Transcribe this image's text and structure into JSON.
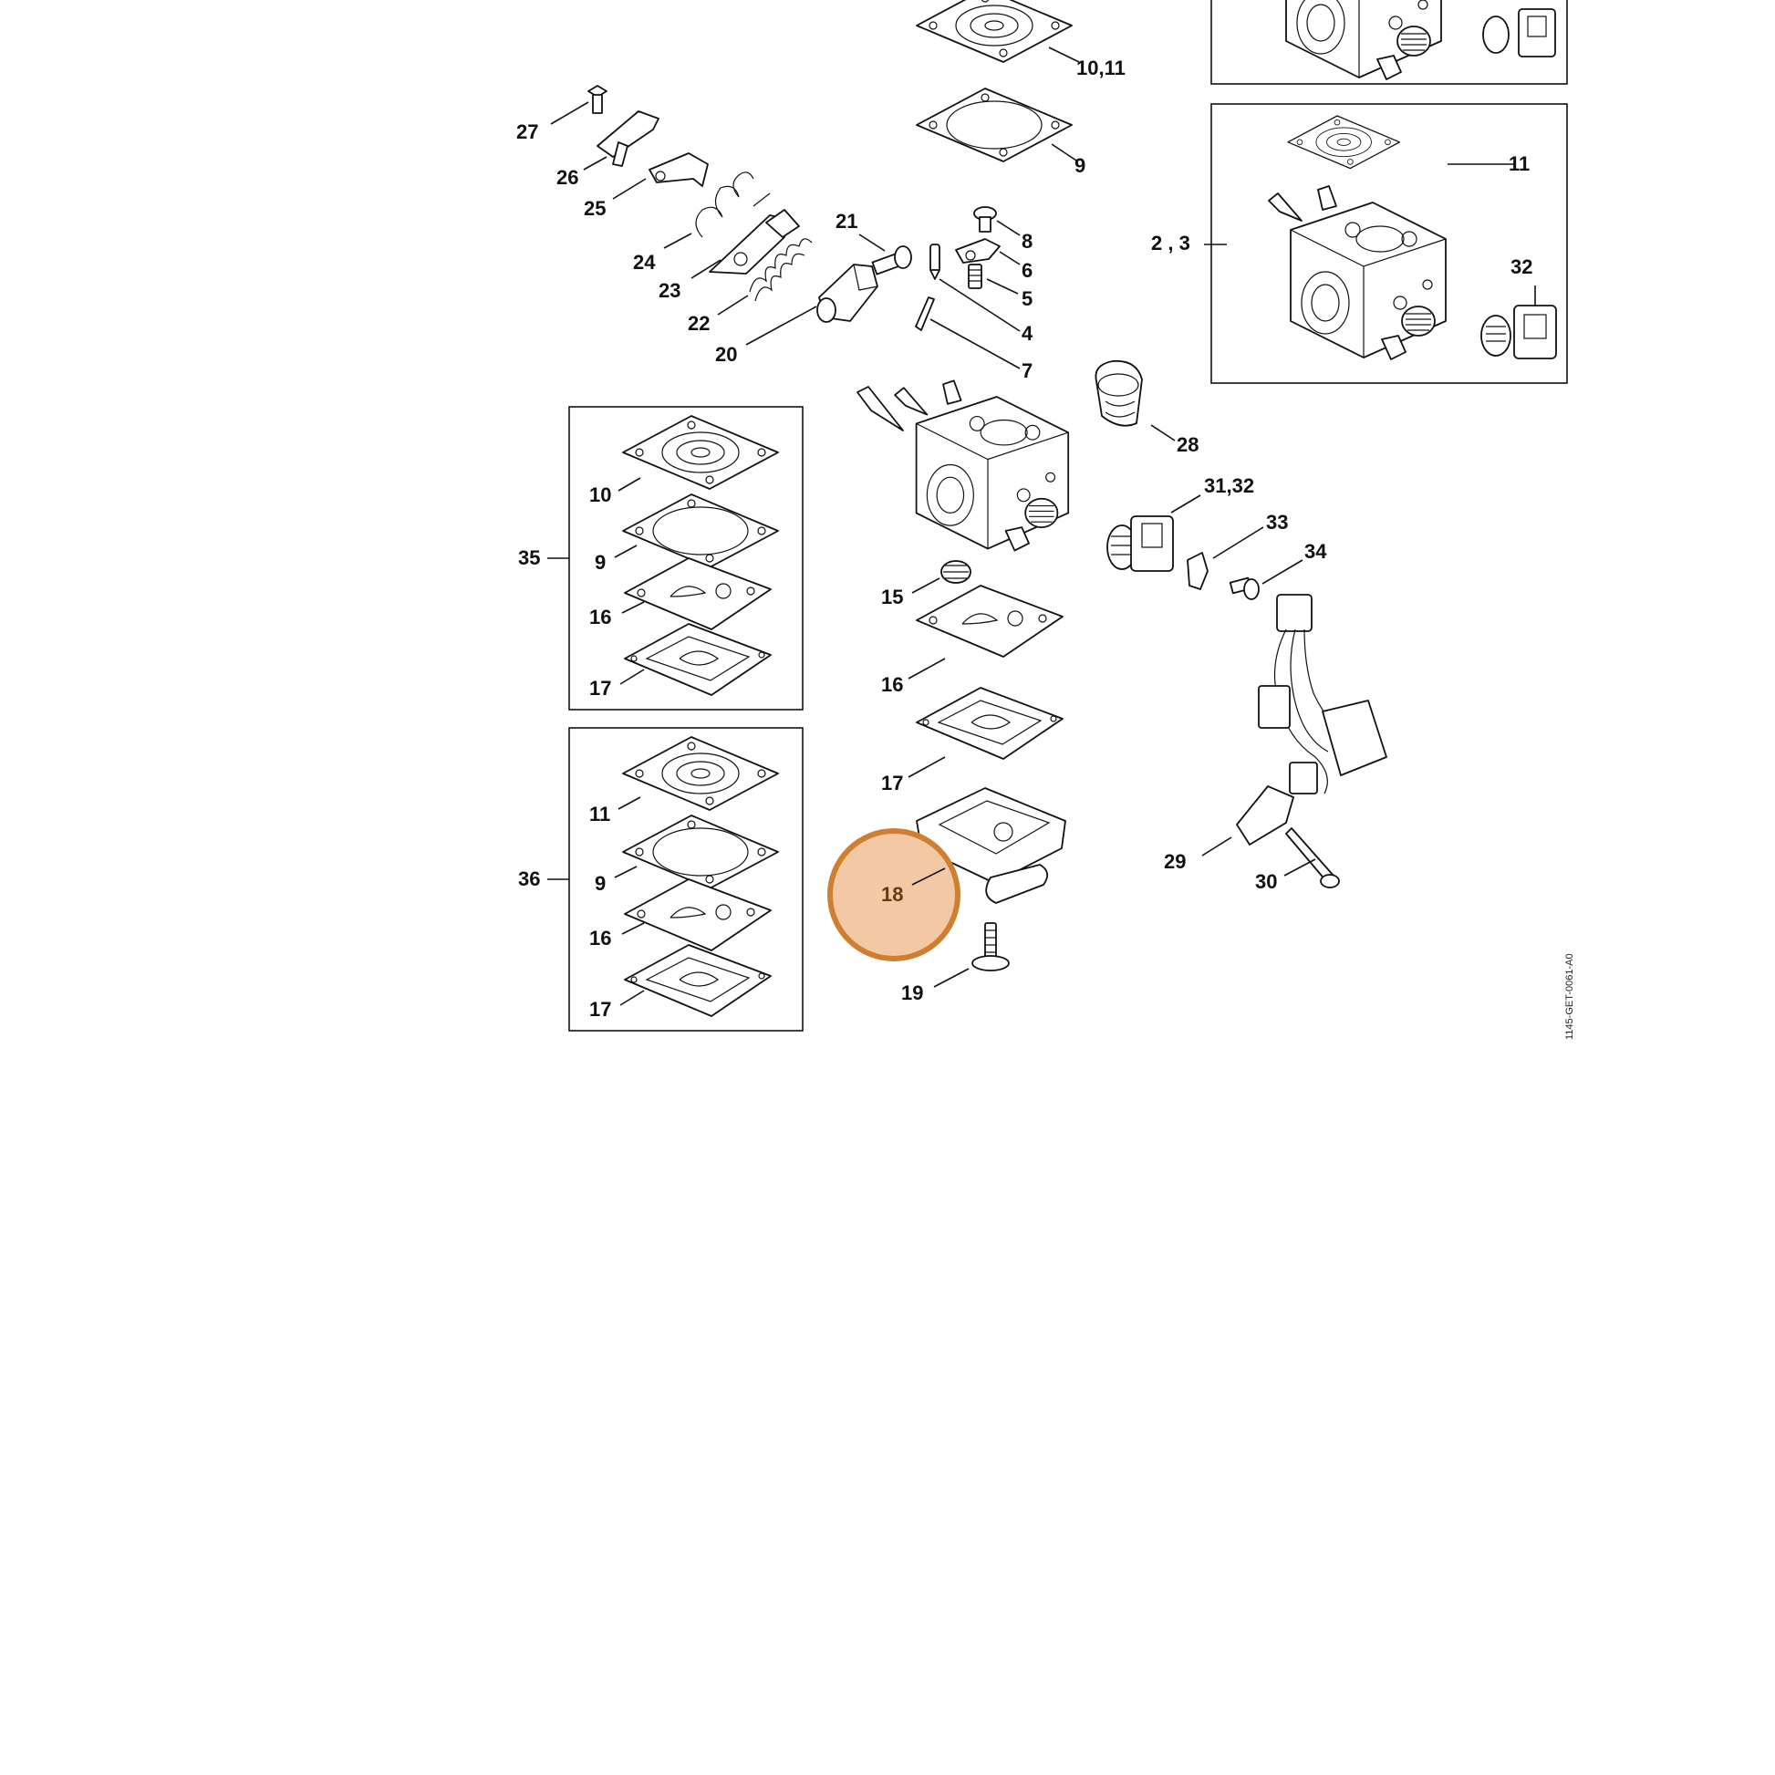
{
  "doc_code": "1145-GET-0061-A0",
  "highlight": {
    "label": "18",
    "fill": "#f2c9a4",
    "stroke": "#cf7f2f"
  },
  "labels": {
    "p2_3": "2 , 3",
    "p4": "4",
    "p5": "5",
    "p6": "6",
    "p7": "7",
    "p8": "8",
    "p9_top": "9",
    "p10_11": "10,11",
    "p11_right": "11",
    "p15": "15",
    "p16": "16",
    "p17": "17",
    "p19": "19",
    "p20": "20",
    "p21": "21",
    "p22": "22",
    "p23": "23",
    "p24": "24",
    "p25": "25",
    "p26": "26",
    "p27": "27",
    "p28": "28",
    "p29": "29",
    "p30": "30",
    "p31_32": "31,32",
    "p32_right": "32",
    "p33": "33",
    "p34": "34",
    "p35": "35",
    "p36": "36",
    "kit35_10": "10",
    "kit35_9": "9",
    "kit35_16": "16",
    "kit35_17": "17",
    "kit36_11": "11",
    "kit36_9": "9",
    "kit36_16": "16",
    "kit36_17": "17"
  }
}
